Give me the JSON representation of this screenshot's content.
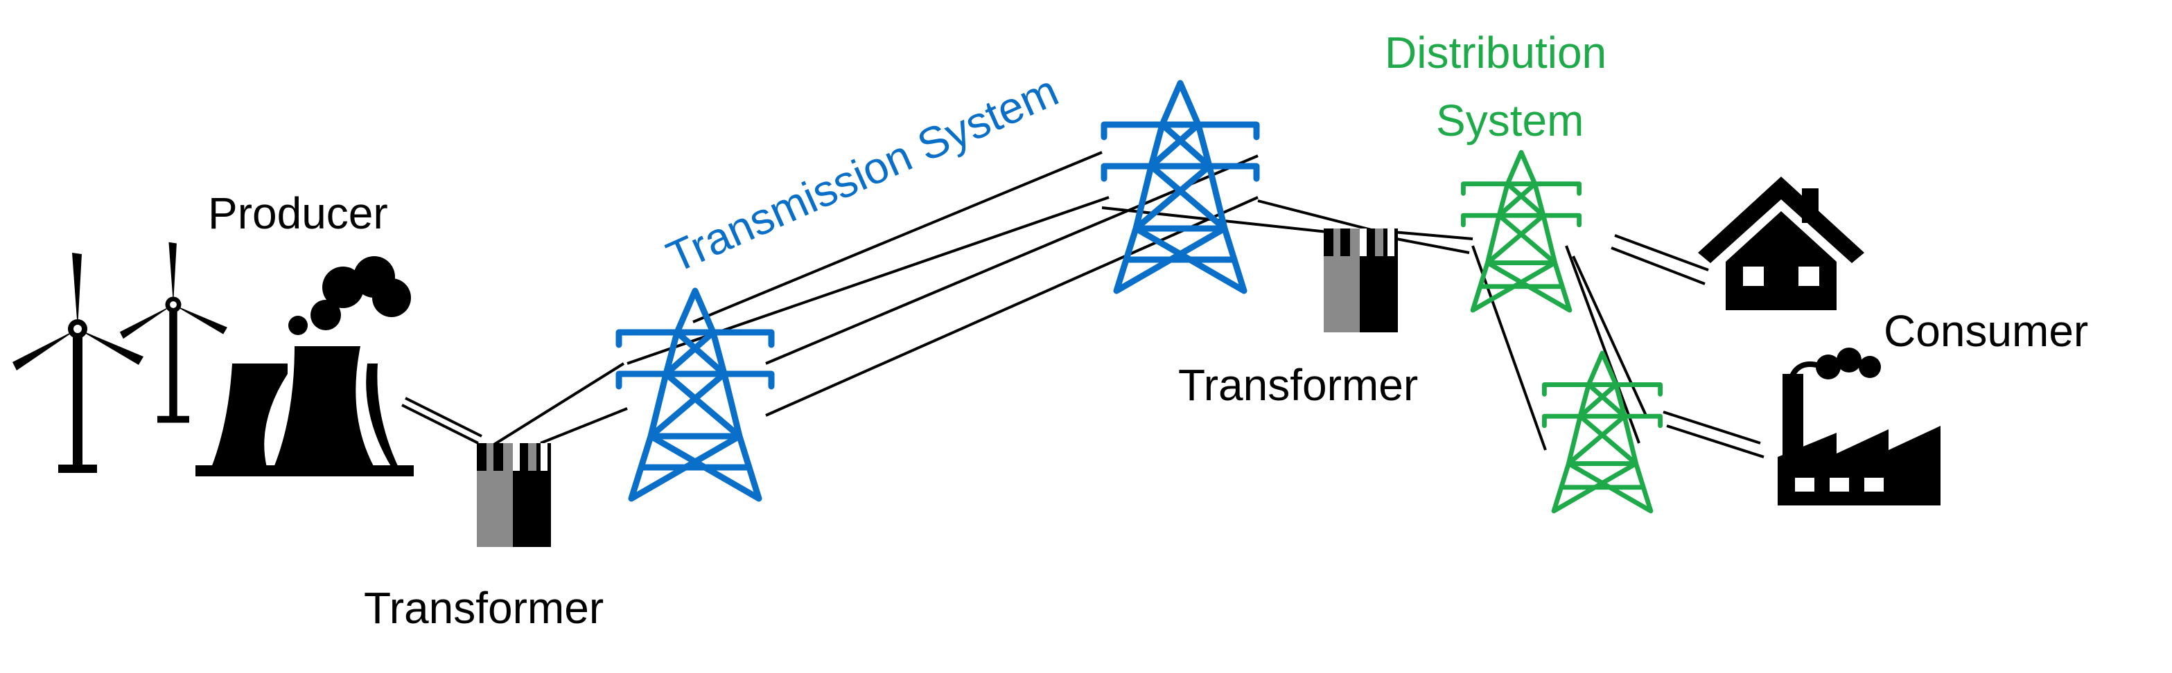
{
  "labels": {
    "producer": "Producer",
    "transformer_left": "Transformer",
    "transmission_system": "Transmission System",
    "transformer_right": "Transformer",
    "distribution_line1": "Distribution",
    "distribution_line2": "System",
    "consumer": "Consumer"
  },
  "colors": {
    "transmission": "#0a6fc8",
    "distribution": "#1faa4a",
    "ink": "#000000",
    "transformer_gray": "#8a8a8a"
  },
  "icons": [
    "wind-turbine-icon",
    "cooling-tower-icon",
    "transformer-icon",
    "transmission-tower-icon",
    "distribution-tower-icon",
    "house-icon",
    "factory-icon"
  ]
}
